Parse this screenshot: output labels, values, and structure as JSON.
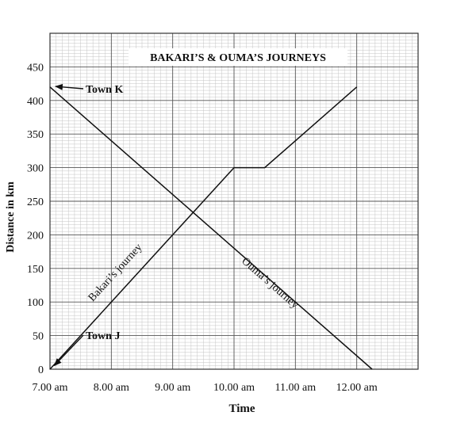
{
  "chart_data": {
    "type": "line",
    "title": "BAKARI’S & OUMA’S JOURNEYS",
    "xlabel": "Time",
    "ylabel": "Distance in km",
    "x_ticks": [
      "7.00 am",
      "8.00 am",
      "9.00 am",
      "10.00 am",
      "11.00 am",
      "12.00 am"
    ],
    "y_ticks": [
      0,
      50,
      100,
      150,
      200,
      250,
      300,
      350,
      400,
      450
    ],
    "xlim": [
      "7.00 am",
      "1.00 pm"
    ],
    "ylim": [
      0,
      500
    ],
    "grid": true,
    "series": [
      {
        "name": "Bakari’s journey",
        "x": [
          "7.00 am",
          "10.00 am",
          "10.30 am",
          "12.00 am"
        ],
        "y": [
          0,
          300,
          300,
          420
        ]
      },
      {
        "name": "Ouma’s journey",
        "x": [
          "7.00 am",
          "12.15 pm"
        ],
        "y": [
          420,
          0
        ]
      }
    ],
    "annotations": [
      {
        "text": "Town K",
        "points_to": {
          "x": "7.00 am",
          "y": 420
        }
      },
      {
        "text": "Town J",
        "points_to": {
          "x": "7.00 am",
          "y": 0
        }
      }
    ]
  }
}
